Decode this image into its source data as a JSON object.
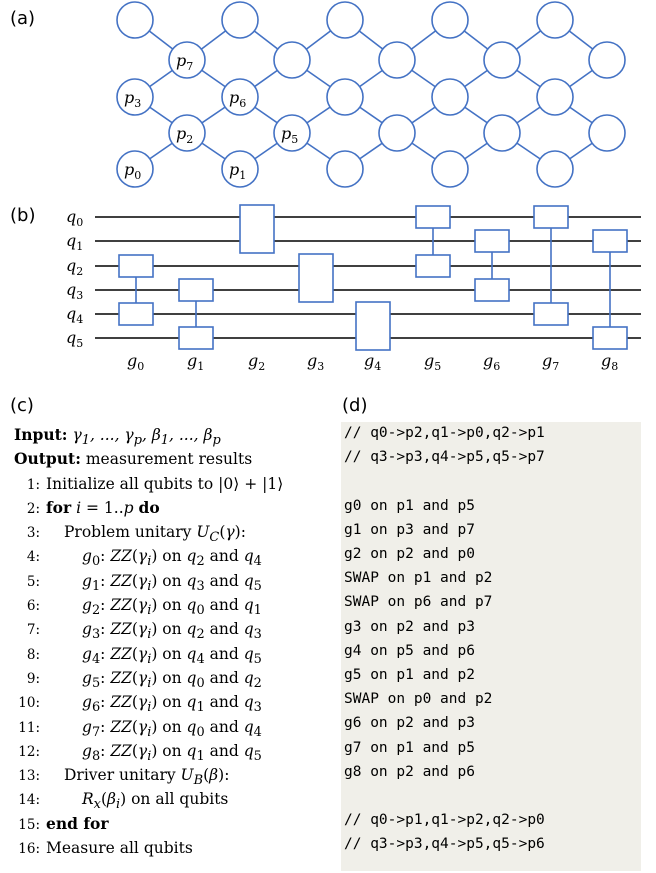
{
  "labels": {
    "a": "(a)",
    "b": "(b)",
    "c": "(c)",
    "d": "(d)"
  },
  "lattice": {
    "labeled_nodes": [
      {
        "name": "p7",
        "base": "p",
        "sub": "7"
      },
      {
        "name": "p3",
        "base": "p",
        "sub": "3"
      },
      {
        "name": "p6",
        "base": "p",
        "sub": "6"
      },
      {
        "name": "p2",
        "base": "p",
        "sub": "2"
      },
      {
        "name": "p5",
        "base": "p",
        "sub": "5"
      },
      {
        "name": "p0",
        "base": "p",
        "sub": "0"
      },
      {
        "name": "p1",
        "base": "p",
        "sub": "1"
      }
    ]
  },
  "circuit": {
    "qubits": [
      "q0",
      "q1",
      "q2",
      "q3",
      "q4",
      "q5"
    ],
    "gates": [
      "g0",
      "g1",
      "g2",
      "g3",
      "g4",
      "g5",
      "g6",
      "g7",
      "g8"
    ]
  },
  "algorithm": {
    "input_label": "Input:",
    "input_text": "γ1, ..., γp, β1, ..., βp",
    "output_label": "Output:",
    "output_text": "measurement results",
    "lines": [
      {
        "n": "1:",
        "text": "Initialize all qubits to |0⟩ + |1⟩"
      },
      {
        "n": "2:",
        "kw": "for",
        "text": "i = 1..p",
        "kw2": "do"
      },
      {
        "n": "3:",
        "text": "Problem unitary U_C(γ):"
      },
      {
        "n": "4:",
        "text": "g0: ZZ(γi) on q2 and q4"
      },
      {
        "n": "5:",
        "text": "g1: ZZ(γi) on q3 and q5"
      },
      {
        "n": "6:",
        "text": "g2: ZZ(γi) on q0 and q1"
      },
      {
        "n": "7:",
        "text": "g3: ZZ(γi) on q2 and q3"
      },
      {
        "n": "8:",
        "text": "g4: ZZ(γi) on q4 and q5"
      },
      {
        "n": "9:",
        "text": "g5: ZZ(γi) on q0 and q2"
      },
      {
        "n": "10:",
        "text": "g6: ZZ(γi) on q1 and q3"
      },
      {
        "n": "11:",
        "text": "g7: ZZ(γi) on q0 and q4"
      },
      {
        "n": "12:",
        "text": "g8: ZZ(γi) on q1 and q5"
      },
      {
        "n": "13:",
        "text": "Driver unitary U_B(β):"
      },
      {
        "n": "14:",
        "text": "Rx(βi) on all qubits"
      },
      {
        "n": "15:",
        "kw": "end for",
        "text": ""
      },
      {
        "n": "16:",
        "text": "Measure all qubits"
      }
    ]
  },
  "code": {
    "lines": [
      "// q0->p2,q1->p0,q2->p1",
      "// q3->p3,q4->p5,q5->p7",
      "",
      "g0 on p1 and p5",
      "g1 on p3 and p7",
      "g2 on p2 and p0",
      "SWAP on p1 and p2",
      "SWAP on p6 and p7",
      "g3 on p2 and p3",
      "g4 on p5 and p6",
      "g5 on p1 and p2",
      "SWAP on p0 and p2",
      "g6 on p2 and p3",
      "g7 on p1 and p5",
      "g8 on p2 and p6",
      "",
      "// q0->p1,q1->p2,q2->p0",
      "// q3->p3,q4->p5,q5->p6"
    ]
  }
}
